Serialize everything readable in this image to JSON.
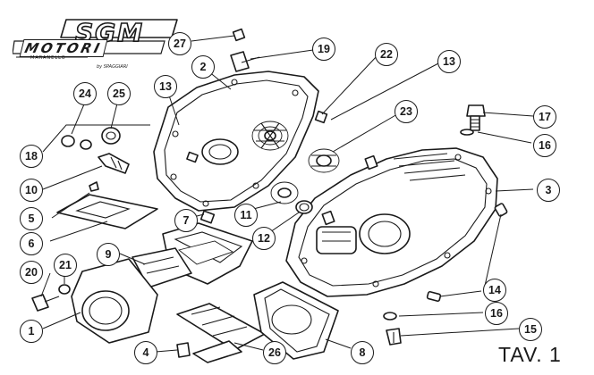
{
  "logo": {
    "brand": "SGM",
    "name": "MOTORI",
    "subtitle": "MARANELLO",
    "by": "by SPAGGIARI"
  },
  "table_label": "TAV. 1",
  "callouts": [
    "27",
    "19",
    "22",
    "13",
    "2",
    "24",
    "25",
    "13",
    "23",
    "17",
    "18",
    "16",
    "10",
    "3",
    "5",
    "7",
    "11",
    "12",
    "6",
    "9",
    "14",
    "20",
    "21",
    "16",
    "1",
    "15",
    "4",
    "26",
    "8"
  ]
}
